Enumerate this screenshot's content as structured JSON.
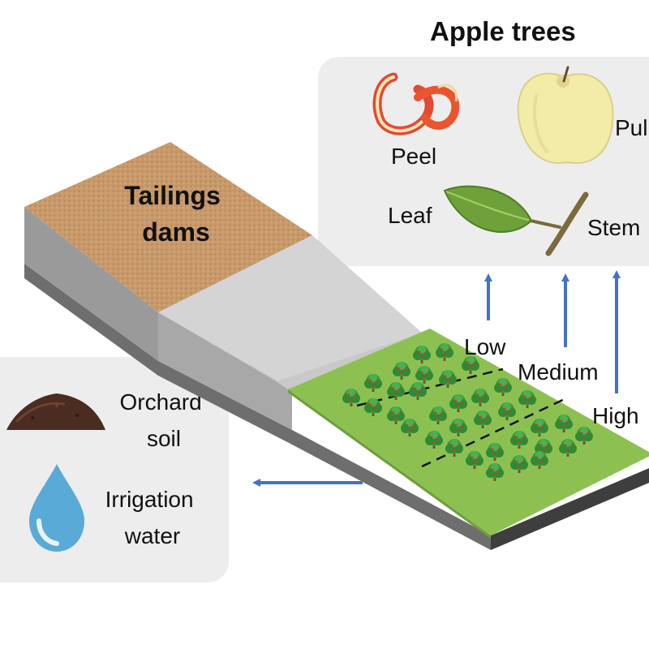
{
  "title": "Apple trees",
  "tailings_label": [
    "Tailings",
    "dams"
  ],
  "apple_parts": {
    "peel": "Peel",
    "pulp": "Pulp",
    "leaf": "Leaf",
    "stem": "Stem"
  },
  "zones": {
    "low": "Low",
    "medium": "Medium",
    "high": "High"
  },
  "inputs": {
    "soil": [
      "Orchard",
      "soil"
    ],
    "water": [
      "Irrigation",
      "water"
    ]
  },
  "colors": {
    "arrow": "#4472c4",
    "grass": "#8cc152",
    "tailings": "#c8996a",
    "panel": "#ededed",
    "water": "#5aaad8"
  },
  "icons": [
    "apple-peel-icon",
    "apple-pulp-icon",
    "leaf-icon",
    "soil-pile-icon",
    "water-drop-icon",
    "apple-tree-icon"
  ]
}
